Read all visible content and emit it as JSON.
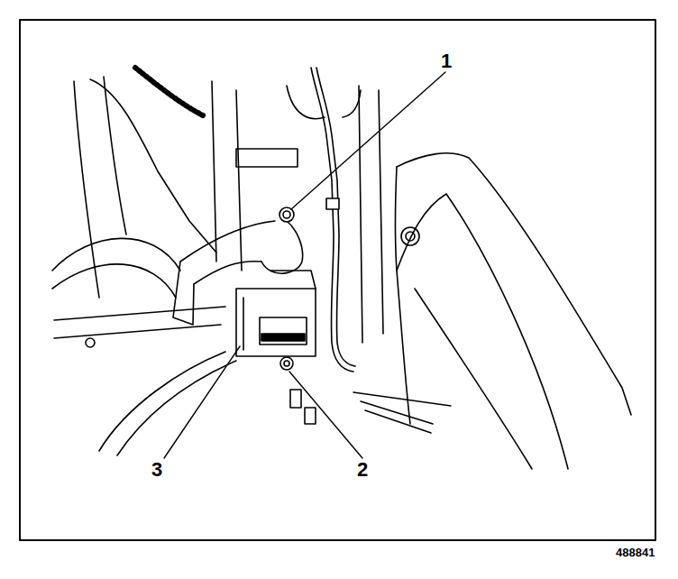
{
  "diagram": {
    "labels": [
      "1",
      "2",
      "3",
      "488841"
    ]
  }
}
